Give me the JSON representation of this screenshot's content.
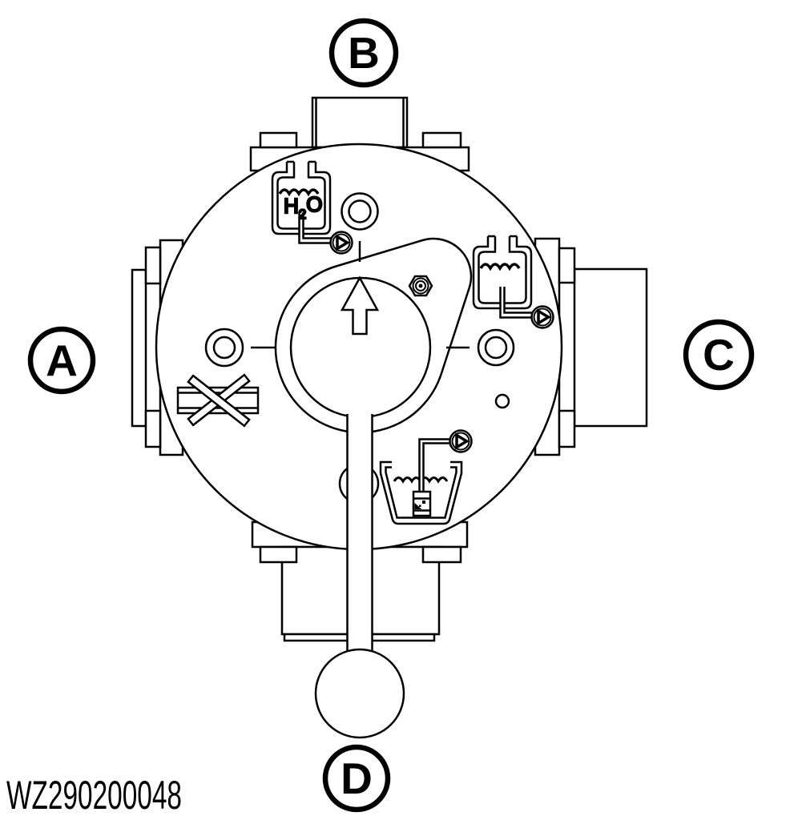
{
  "diagram": {
    "drawing_code": "WZ290200048",
    "port_labels": {
      "a": "A",
      "b": "B",
      "c": "C",
      "d": "D"
    },
    "water_symbol": {
      "h": "H",
      "sub": "2",
      "o": "O"
    },
    "colors": {
      "line": "#000000",
      "background": "#ffffff"
    },
    "symbols": {
      "water_tank": "water-reservoir-icon",
      "oil_tank": "reservoir-icon",
      "drain_tank": "drain-reservoir-with-filter-icon",
      "pump": "pump-check-icon",
      "closed_port": "crossed-out-port-icon",
      "dial_arrow": "up-arrow-icon",
      "nut": "hex-nut-icon"
    }
  }
}
